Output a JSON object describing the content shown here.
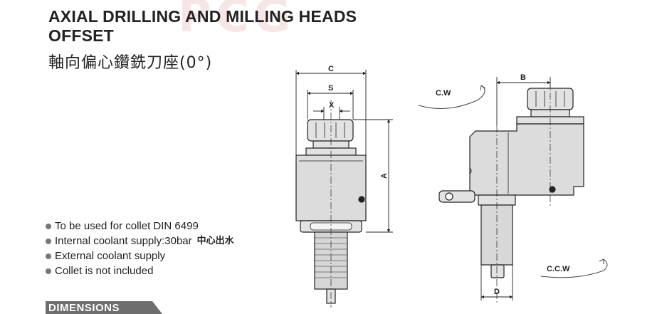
{
  "watermark": "PCG",
  "title": {
    "line1": "AXIAL DRILLING AND MILLING HEADS",
    "line2": "OFFSET",
    "zh": "軸向偏心鑽銑刀座(0°)"
  },
  "features": [
    {
      "text": "To be used for collet DIN 6499",
      "zh": ""
    },
    {
      "text": "Internal coolant supply:30bar",
      "zh": "中心出水"
    },
    {
      "text": "External coolant supply",
      "zh": ""
    },
    {
      "text": "Collet is not included",
      "zh": ""
    }
  ],
  "section": {
    "dimensions_label": "DIMENSIONS"
  },
  "drawing": {
    "dims": {
      "c": "C",
      "s": "S",
      "x": "X",
      "a": "A",
      "b": "B",
      "d": "D"
    },
    "rotation": {
      "cw": "C.W",
      "ccw": "C.C.W"
    }
  }
}
